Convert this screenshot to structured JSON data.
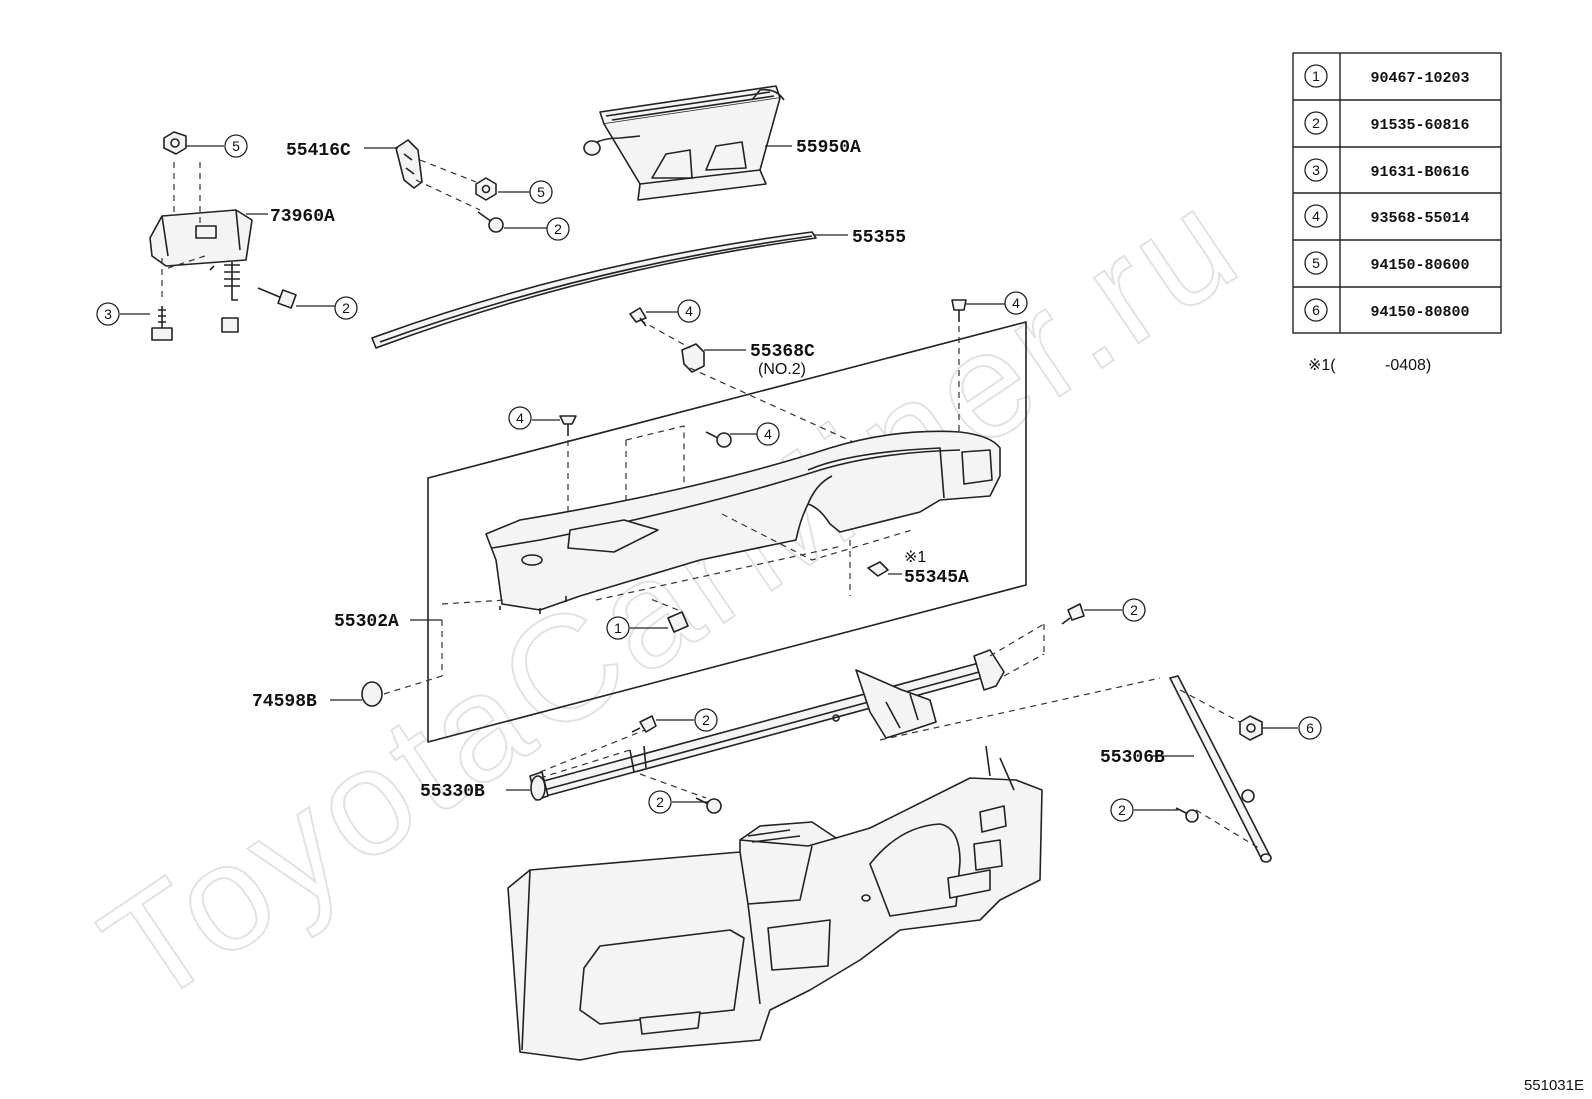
{
  "watermark": "ToyotaCarMiner.ru",
  "diagram_id": "551031E",
  "parts_table": [
    {
      "ref": "1",
      "part_no": "90467-10203"
    },
    {
      "ref": "2",
      "part_no": "91535-60816"
    },
    {
      "ref": "3",
      "part_no": "91631-B0616"
    },
    {
      "ref": "4",
      "part_no": "93568-55014"
    },
    {
      "ref": "5",
      "part_no": "94150-80600"
    },
    {
      "ref": "6",
      "part_no": "94150-80800"
    }
  ],
  "footnote": {
    "mark": "※1(",
    "range": "-0408)"
  },
  "callouts": {
    "c55416C": "55416C",
    "c55950A": "55950A",
    "c73960A": "73960A",
    "c55355": "55355",
    "c55368C": "55368C",
    "c55368C_sub": "(NO.2)",
    "c55345A": "55345A",
    "c55345A_note": "※1",
    "c55302A": "55302A",
    "c74598B": "74598B",
    "c55330B": "55330B",
    "c55306B": "55306B"
  },
  "ref_circles": {
    "r5a": "5",
    "r5b": "5",
    "r2a": "2",
    "r2b": "2",
    "r3": "3",
    "r4a": "4",
    "r4b": "4",
    "r4c": "4",
    "r4d": "4",
    "r1": "1",
    "r2c": "2",
    "r2d": "2",
    "r2e": "2",
    "r6": "6",
    "r2f": "2"
  }
}
